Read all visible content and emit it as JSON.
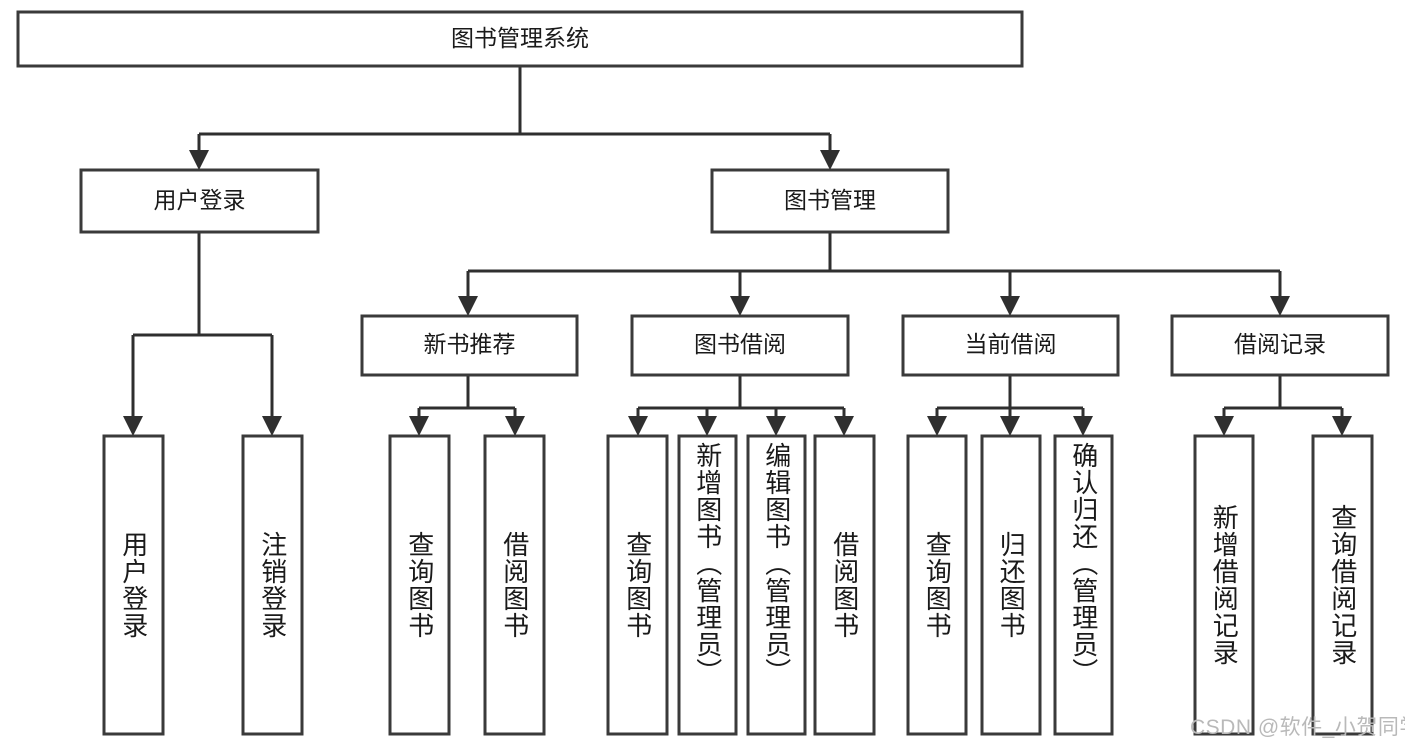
{
  "diagram": {
    "title": "图书管理系统",
    "type": "tree-hierarchy-chart",
    "root": {
      "label": "图书管理系统"
    },
    "level2": [
      {
        "label": "用户登录"
      },
      {
        "label": "图书管理"
      }
    ],
    "level3": [
      {
        "label": "新书推荐"
      },
      {
        "label": "图书借阅"
      },
      {
        "label": "当前借阅"
      },
      {
        "label": "借阅记录"
      }
    ],
    "leaves": {
      "user_login": [
        {
          "label": "用户登录"
        },
        {
          "label": "注销登录"
        }
      ],
      "new_book_recommend": [
        {
          "label": "查询图书"
        },
        {
          "label": "借阅图书"
        }
      ],
      "book_borrow": [
        {
          "label": "查询图书"
        },
        {
          "label": "新增图书（管理员）"
        },
        {
          "label": "编辑图书（管理员）"
        },
        {
          "label": "借阅图书"
        }
      ],
      "current_borrow": [
        {
          "label": "查询图书"
        },
        {
          "label": "归还图书"
        },
        {
          "label": "确认归还（管理员）"
        }
      ],
      "borrow_record": [
        {
          "label": "新增借阅记录"
        },
        {
          "label": "查询借阅记录"
        }
      ]
    }
  },
  "watermark": {
    "text": "CSDN @软件_小贺同学"
  },
  "colors": {
    "box_border": "#3a3a3a",
    "connector": "#2f2f2f",
    "text": "#1a1a1a",
    "background": "#ffffff",
    "watermark": "#b9b9b9"
  }
}
